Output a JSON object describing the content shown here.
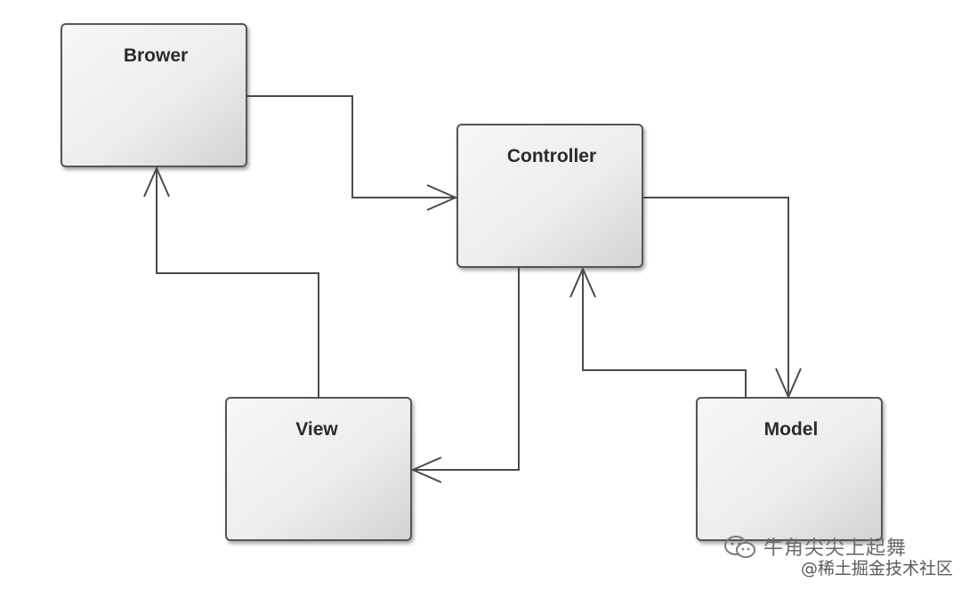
{
  "diagram": {
    "nodes": {
      "brower": "Brower",
      "controller": "Controller",
      "view": "View",
      "model": "Model"
    }
  },
  "watermark": {
    "line1": "牛角尖尖上起舞",
    "line2": "@稀土掘金技术社区",
    "icon": "wechat-icon"
  }
}
